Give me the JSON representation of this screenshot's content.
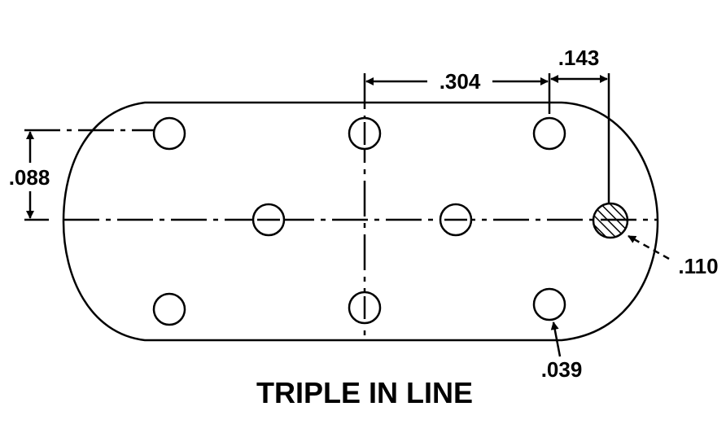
{
  "dimensions": {
    "spacing": ".304",
    "edge_offset": ".143",
    "row_offset": ".088",
    "large_hole_dia": ".110",
    "small_hole_dia": ".039"
  },
  "title": "TRIPLE IN LINE"
}
